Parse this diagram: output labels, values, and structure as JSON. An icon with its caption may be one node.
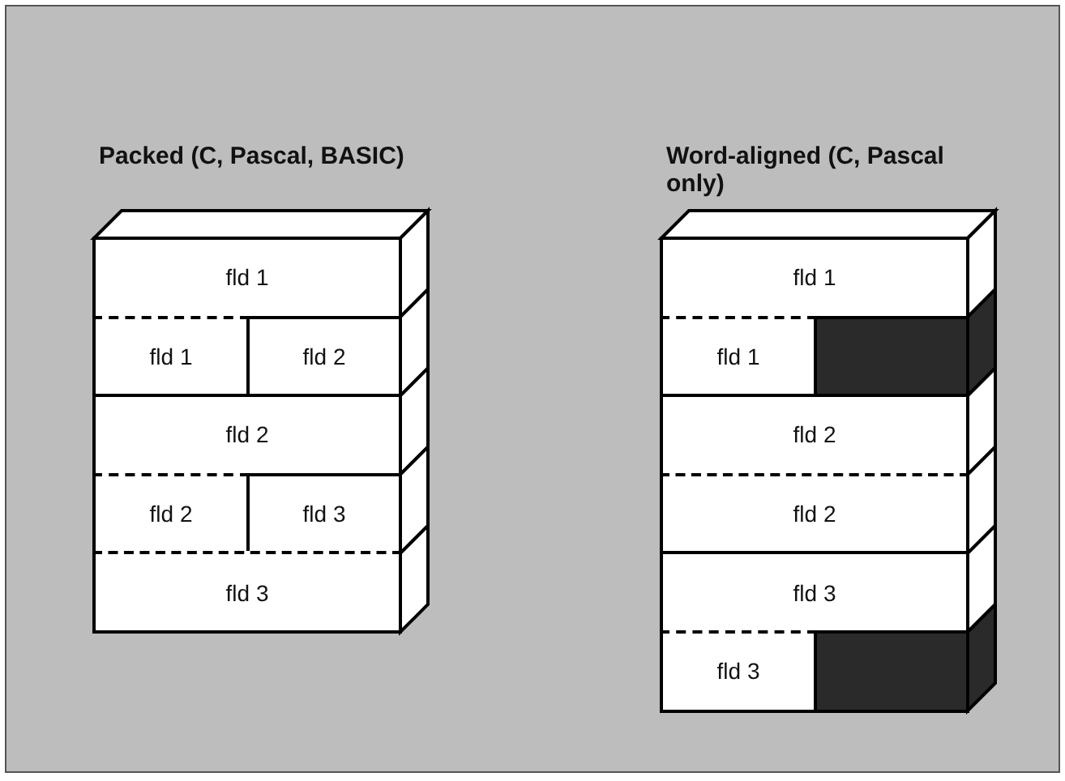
{
  "diagram": {
    "nodes": [
      {
        "text": [
          "Packed (C, Pascal, BASIC)"
        ]
      },
      {
        "text": [
          "fld 1"
        ],
        "in": 0
      },
      {
        "text": [
          "fld 1"
        ],
        "in": 0
      },
      {
        "text": [
          "fld 2"
        ],
        "in": 0
      },
      {
        "text": [
          "fld 2"
        ],
        "in": 0
      },
      {
        "text": [
          "fld 2"
        ],
        "in": 0
      },
      {
        "text": [
          "fld 3"
        ],
        "in": 0
      },
      {
        "text": [
          "fld 3"
        ],
        "in": 0
      },
      {
        "text": [
          "Word-aligned (C, Pascal only)"
        ]
      },
      {
        "text": [
          "fld 1"
        ],
        "in": 8
      },
      {
        "text": [
          "fld 1"
        ],
        "in": 8
      },
      {
        "text": [],
        "shape": "box",
        "in": 8
      },
      {
        "text": [
          "fld 2"
        ],
        "in": 8
      },
      {
        "text": [
          "fld 2"
        ],
        "in": 8
      },
      {
        "text": [
          "fld 3"
        ],
        "in": 8
      },
      {
        "text": [
          "fld 3"
        ],
        "in": 8
      },
      {
        "text": [],
        "shape": "box",
        "in": 8
      }
    ]
  }
}
